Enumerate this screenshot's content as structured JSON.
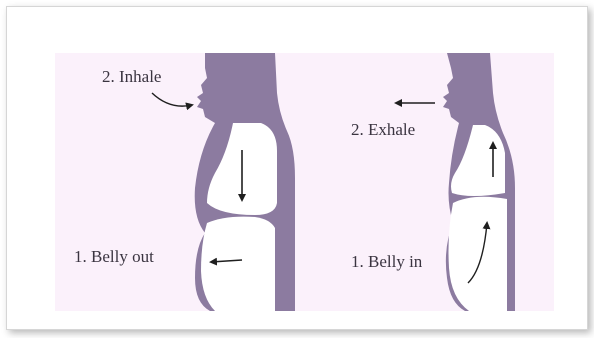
{
  "colors": {
    "figure": "#8c7ba0",
    "panel_background": "#fbf1fb",
    "arrow": "#1f1f1f"
  },
  "left_figure": {
    "inhale_label": "2. Inhale",
    "belly_label": "1. Belly out"
  },
  "right_figure": {
    "exhale_label": "2. Exhale",
    "belly_label": "1. Belly in"
  }
}
